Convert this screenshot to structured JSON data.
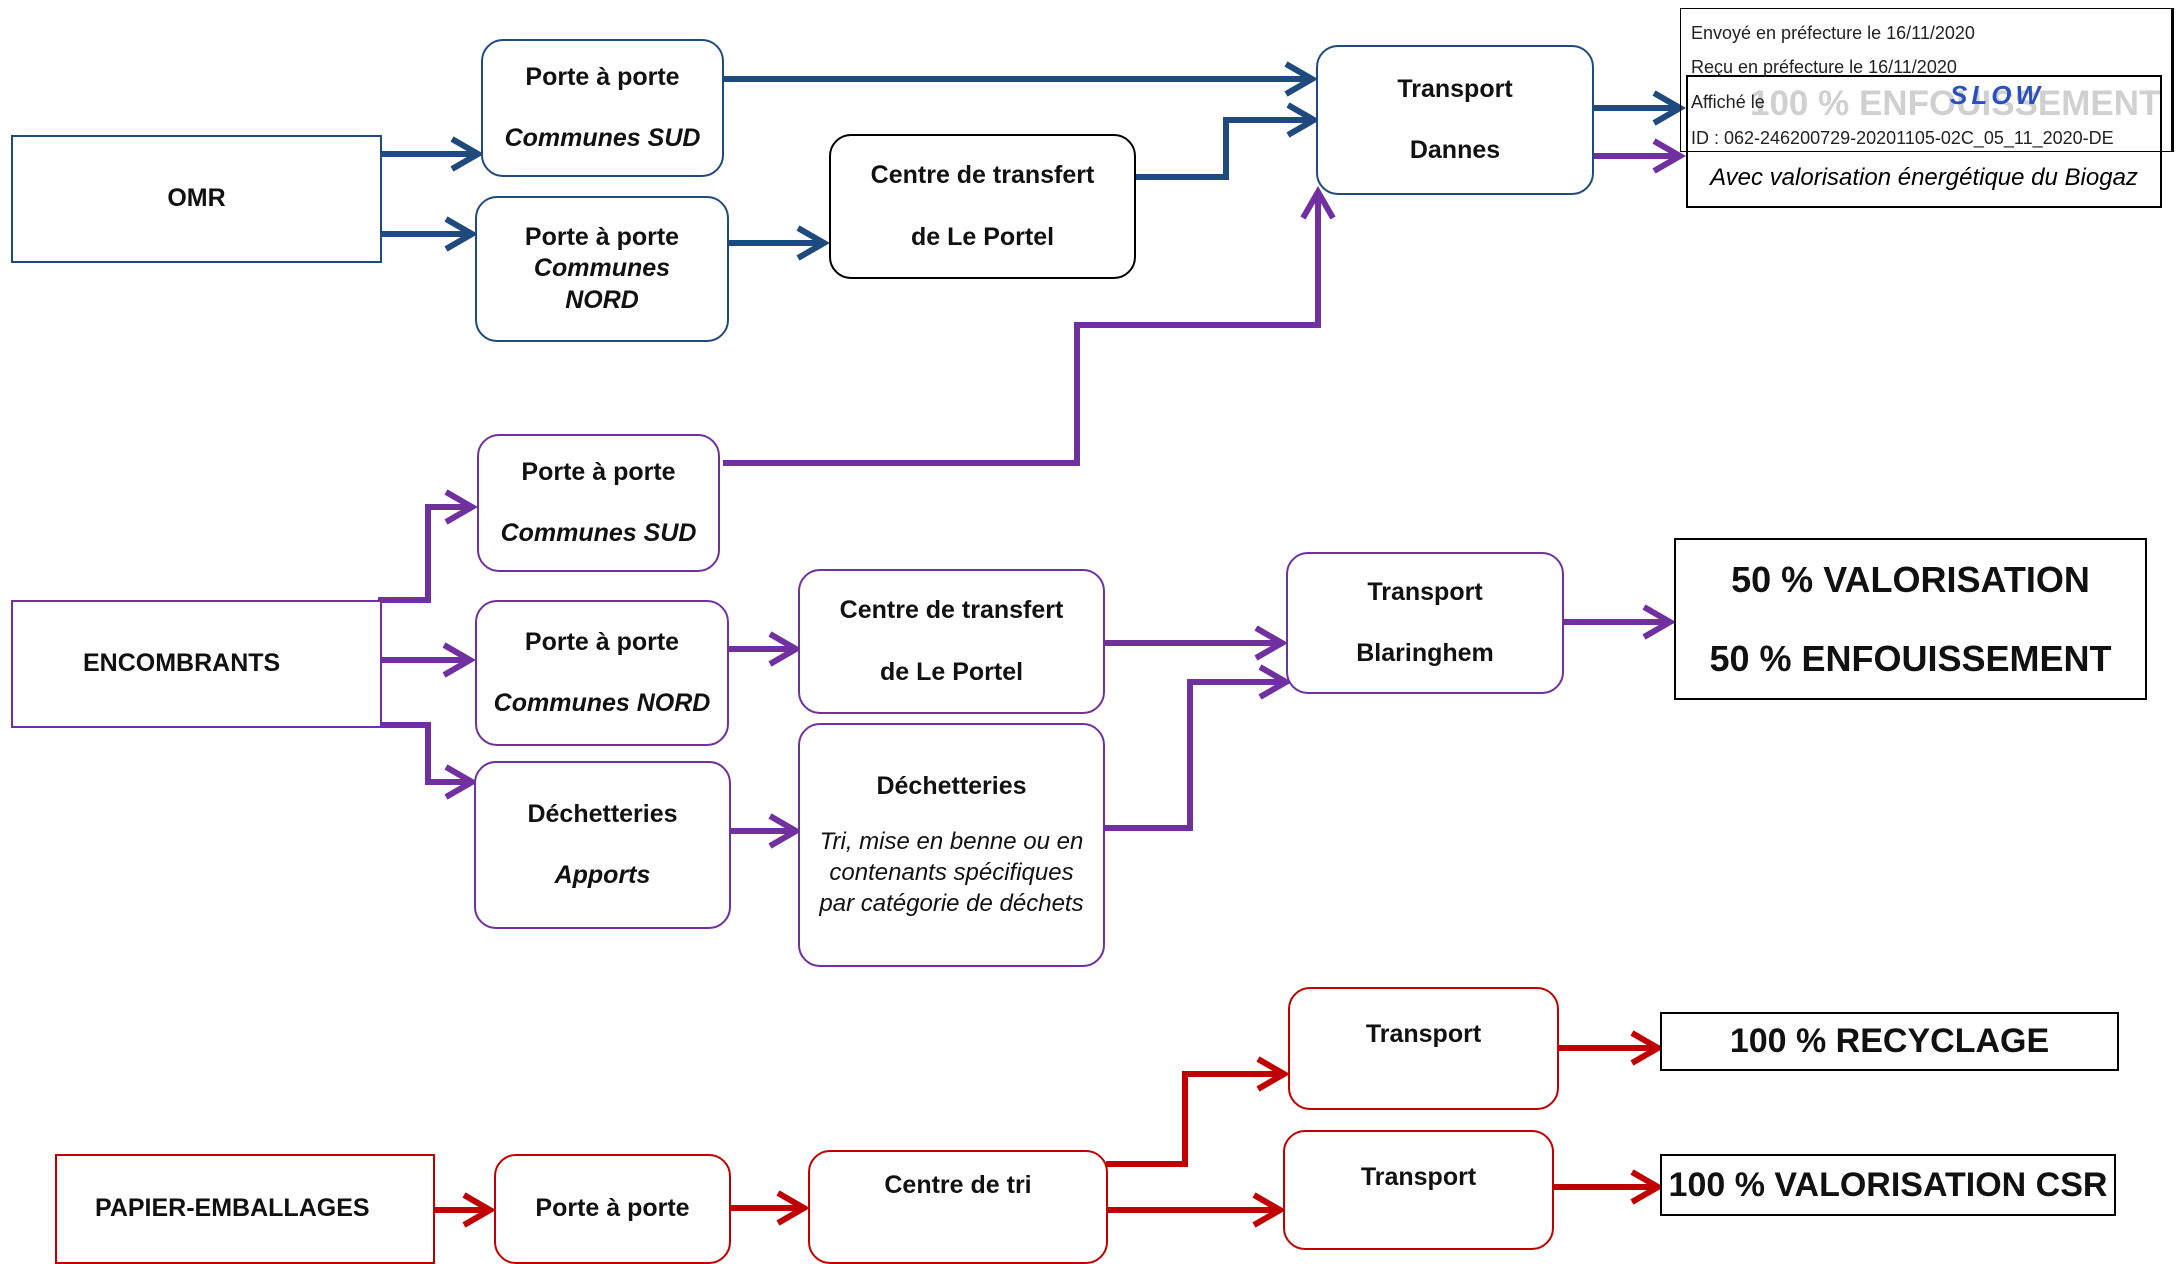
{
  "diagram": {
    "omr": {
      "source": "OMR",
      "pap_sud": {
        "title": "Porte à porte",
        "sub": "Communes SUD"
      },
      "pap_nord": {
        "title": "Porte à porte",
        "sub_line1": "Communes",
        "sub_line2": "NORD"
      },
      "transfer": {
        "line1": "Centre de transfert",
        "line2": "de Le Portel"
      },
      "transport": {
        "title": "Transport",
        "dest": "Dannes"
      },
      "result": {
        "main": "100 % ENFOUISSEMENT",
        "note": "Avec valorisation énergétique du Biogaz"
      }
    },
    "encombrants": {
      "source": "ENCOMBRANTS",
      "pap_sud": {
        "title": "Porte à porte",
        "sub": "Communes SUD"
      },
      "pap_nord": {
        "title": "Porte à porte",
        "sub": "Communes NORD"
      },
      "decheteries_apports": {
        "title": "Déchetteries",
        "sub": "Apports"
      },
      "transfer": {
        "line1": "Centre de transfert",
        "line2": "de Le Portel"
      },
      "decheteries_tri": {
        "title": "Déchetteries",
        "line1": "Tri, mise en benne ou en",
        "line2": "contenants spécifiques",
        "line3": "par catégorie de déchets"
      },
      "transport": {
        "title": "Transport",
        "dest": "Blaringhem"
      },
      "result": {
        "line1": "50 % VALORISATION",
        "line2": "50 % ENFOUISSEMENT"
      }
    },
    "papier": {
      "source": "PAPIER-EMBALLAGES",
      "pap": {
        "title": "Porte à porte"
      },
      "tri": {
        "title": "Centre de tri"
      },
      "transport_top": {
        "title": "Transport"
      },
      "transport_bottom": {
        "title": "Transport"
      },
      "result_recyclage": "100 % RECYCLAGE",
      "result_csr": "100 % VALORISATION CSR"
    }
  },
  "stamp": {
    "envoye": "Envoyé en préfecture le 16/11/2020",
    "recu": "Reçu en préfecture le 16/11/2020",
    "affiche": "Affiché le",
    "id": "ID : 062-246200729-20201105-02C_05_11_2020-DE",
    "logo": "SLOW"
  },
  "colors": {
    "blue": "#1f4a7e",
    "purple": "#7030a0",
    "red": "#c00000"
  }
}
